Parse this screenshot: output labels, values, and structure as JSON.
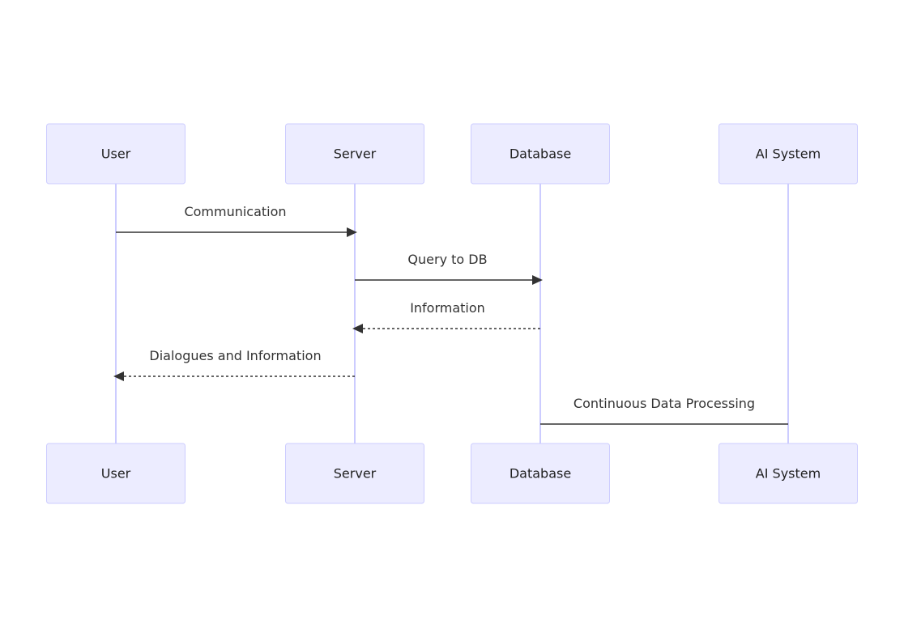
{
  "diagram": {
    "type": "sequence",
    "participants": [
      {
        "id": "user",
        "label": "User"
      },
      {
        "id": "server",
        "label": "Server"
      },
      {
        "id": "database",
        "label": "Database"
      },
      {
        "id": "ai",
        "label": "AI System"
      }
    ],
    "messages": [
      {
        "from": "user",
        "to": "server",
        "label": "Communication",
        "style": "solid",
        "arrow": true
      },
      {
        "from": "server",
        "to": "database",
        "label": "Query to DB",
        "style": "solid",
        "arrow": true
      },
      {
        "from": "database",
        "to": "server",
        "label": "Information",
        "style": "dashed",
        "arrow": true
      },
      {
        "from": "server",
        "to": "user",
        "label": "Dialogues and Information",
        "style": "dashed",
        "arrow": true
      },
      {
        "from": "database",
        "to": "ai",
        "label": "Continuous Data Processing",
        "style": "solid",
        "arrow": false
      }
    ]
  },
  "colors": {
    "actor_fill": "#ececff",
    "actor_stroke": "#ccccff",
    "lifeline": "#ccccff",
    "message": "#333333"
  }
}
